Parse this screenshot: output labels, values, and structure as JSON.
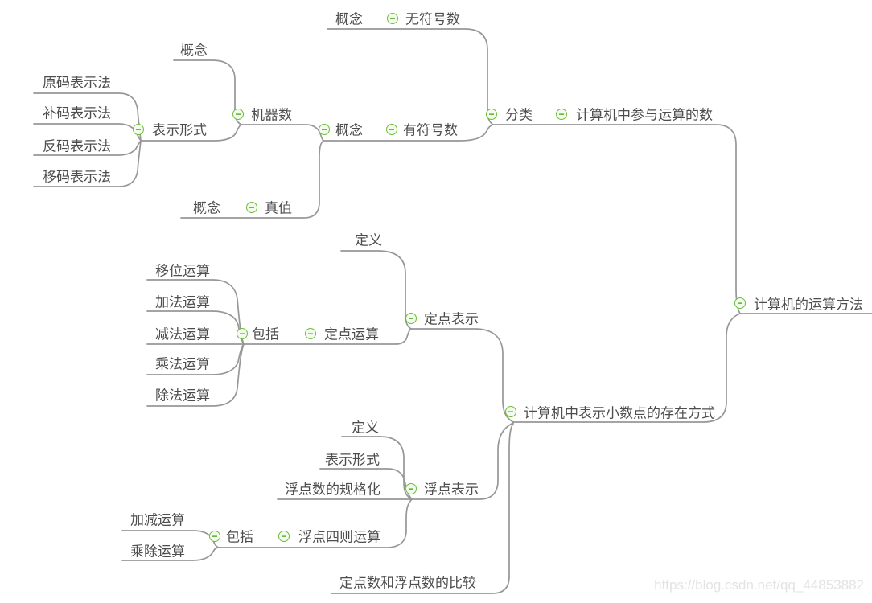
{
  "title": "计算机的运算方法思维导图",
  "watermark": {
    "text": "https://blog.csdn.net/qq_44853882"
  },
  "icons": {
    "collapse": "−"
  },
  "colors": {
    "background": "#ffffff",
    "branch_line": "#979797",
    "topic_text": "#4d4d4d",
    "collapse_border": "#6abf3a",
    "collapse_fill": "#f3fbec",
    "collapse_glyph": "#4ea21d",
    "watermark_text": "#e3e3e3"
  },
  "nodes": {
    "root": {
      "label": "计算机的运算方法"
    },
    "numbers_in_computation": {
      "label": "计算机中参与运算的数"
    },
    "classification": {
      "label": "分类"
    },
    "unsigned_number": {
      "label": "无符号数"
    },
    "concept_unsigned": {
      "label": "概念"
    },
    "signed_number": {
      "label": "有符号数"
    },
    "concept_signed": {
      "label": "概念"
    },
    "machine_number": {
      "label": "机器数"
    },
    "concept_machine": {
      "label": "概念"
    },
    "repr_form": {
      "label": "表示形式"
    },
    "true_code": {
      "label": "原码表示法"
    },
    "complement_code": {
      "label": "补码表示法"
    },
    "inverse_code": {
      "label": "反码表示法"
    },
    "offset_code": {
      "label": "移码表示法"
    },
    "true_value": {
      "label": "真值"
    },
    "concept_true_value": {
      "label": "概念"
    },
    "decimal_repr": {
      "label": "计算机中表示小数点的存在方式"
    },
    "fixed_repr": {
      "label": "定点表示"
    },
    "fixed_def": {
      "label": "定义"
    },
    "fixed_op": {
      "label": "定点运算"
    },
    "include_fixed": {
      "label": "包括"
    },
    "shift_op": {
      "label": "移位运算"
    },
    "add_op": {
      "label": "加法运算"
    },
    "sub_op": {
      "label": "减法运算"
    },
    "mul_op": {
      "label": "乘法运算"
    },
    "div_op": {
      "label": "除法运算"
    },
    "float_repr": {
      "label": "浮点表示"
    },
    "float_def": {
      "label": "定义"
    },
    "float_form": {
      "label": "表示形式"
    },
    "float_norm": {
      "label": "浮点数的规格化"
    },
    "float_arith": {
      "label": "浮点四则运算"
    },
    "include_float": {
      "label": "包括"
    },
    "addsub_op": {
      "label": "加减运算"
    },
    "muldiv_op": {
      "label": "乘除运算"
    },
    "comparison": {
      "label": "定点数和浮点数的比较"
    }
  },
  "tree": {
    "root": [
      "numbers_in_computation",
      "decimal_repr"
    ],
    "numbers_in_computation": [
      "classification"
    ],
    "classification": [
      "unsigned_number",
      "signed_number"
    ],
    "unsigned_number": [
      "concept_unsigned"
    ],
    "signed_number": [
      "concept_signed"
    ],
    "concept_signed": [
      "machine_number",
      "true_value"
    ],
    "machine_number": [
      "concept_machine",
      "repr_form"
    ],
    "repr_form": [
      "true_code",
      "complement_code",
      "inverse_code",
      "offset_code"
    ],
    "true_value": [
      "concept_true_value"
    ],
    "decimal_repr": [
      "fixed_repr",
      "float_repr",
      "comparison"
    ],
    "fixed_repr": [
      "fixed_def",
      "fixed_op"
    ],
    "fixed_op": [
      "include_fixed"
    ],
    "include_fixed": [
      "shift_op",
      "add_op",
      "sub_op",
      "mul_op",
      "div_op"
    ],
    "float_repr": [
      "float_def",
      "float_form",
      "float_norm",
      "float_arith"
    ],
    "float_arith": [
      "include_float"
    ],
    "include_float": [
      "addsub_op",
      "muldiv_op"
    ]
  }
}
